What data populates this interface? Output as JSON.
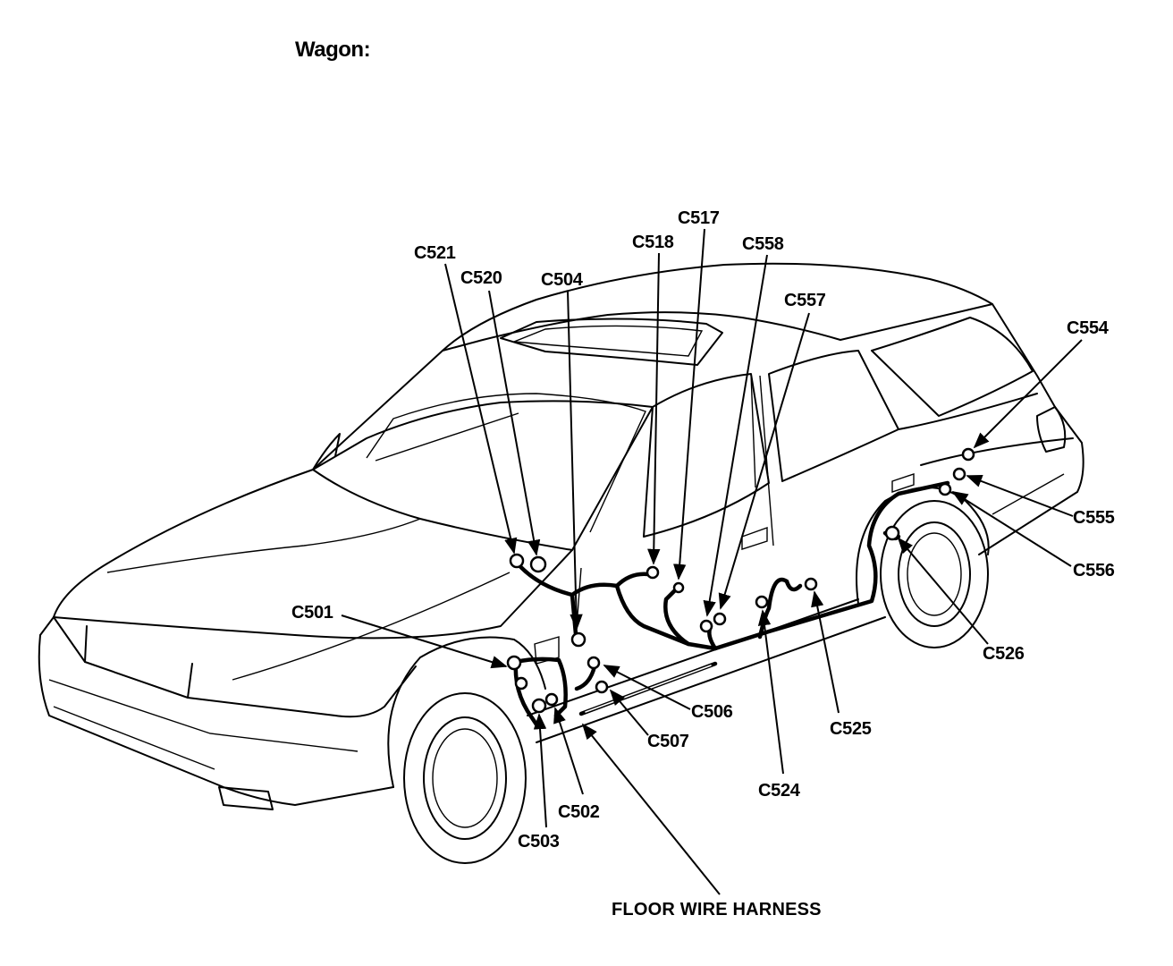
{
  "title": "Wagon:",
  "harness_label": "FLOOR WIRE HARNESS",
  "connectors": {
    "c501": "C501",
    "c502": "C502",
    "c503": "C503",
    "c504": "C504",
    "c506": "C506",
    "c507": "C507",
    "c517": "C517",
    "c518": "C518",
    "c520": "C520",
    "c521": "C521",
    "c524": "C524",
    "c525": "C525",
    "c526": "C526",
    "c554": "C554",
    "c555": "C555",
    "c556": "C556",
    "c557": "C557",
    "c558": "C558"
  }
}
